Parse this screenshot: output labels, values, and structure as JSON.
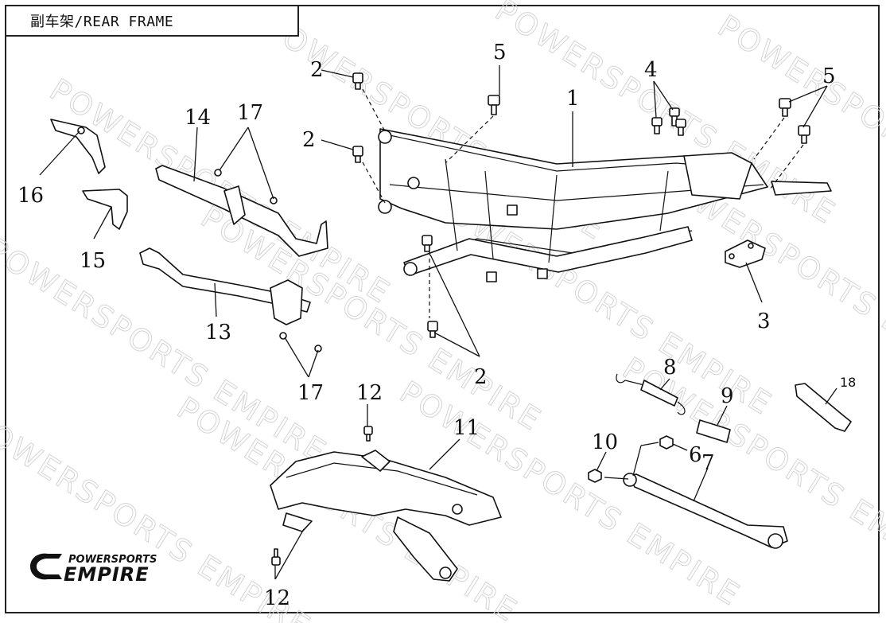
{
  "title": "副车架/REAR FRAME",
  "watermark_text": "POWERSPORTS EMPIRE",
  "logo": {
    "line1": "POWERSPORTS",
    "line2": "EMPIRE"
  },
  "callouts": {
    "c1": "1",
    "c2a": "2",
    "c2b": "2",
    "c2c": "2",
    "c3": "3",
    "c4": "4",
    "c5a": "5",
    "c5b": "5",
    "c6": "6",
    "c7": "7",
    "c8": "8",
    "c9": "9",
    "c10": "10",
    "c11": "11",
    "c12a": "12",
    "c12b": "12",
    "c13": "13",
    "c14": "14",
    "c15": "15",
    "c16": "16",
    "c17a": "17",
    "c17b": "17",
    "c18": "18"
  },
  "parts": [
    "rear-frame",
    "bolt",
    "bracket",
    "bolt",
    "bolt",
    "nut",
    "side-stand",
    "spring",
    "rubber-pad",
    "nut",
    "rear-fender",
    "screw",
    "right-footrest-bracket",
    "left-footrest-bracket",
    "bracket",
    "bracket",
    "bolt",
    "bracket"
  ]
}
